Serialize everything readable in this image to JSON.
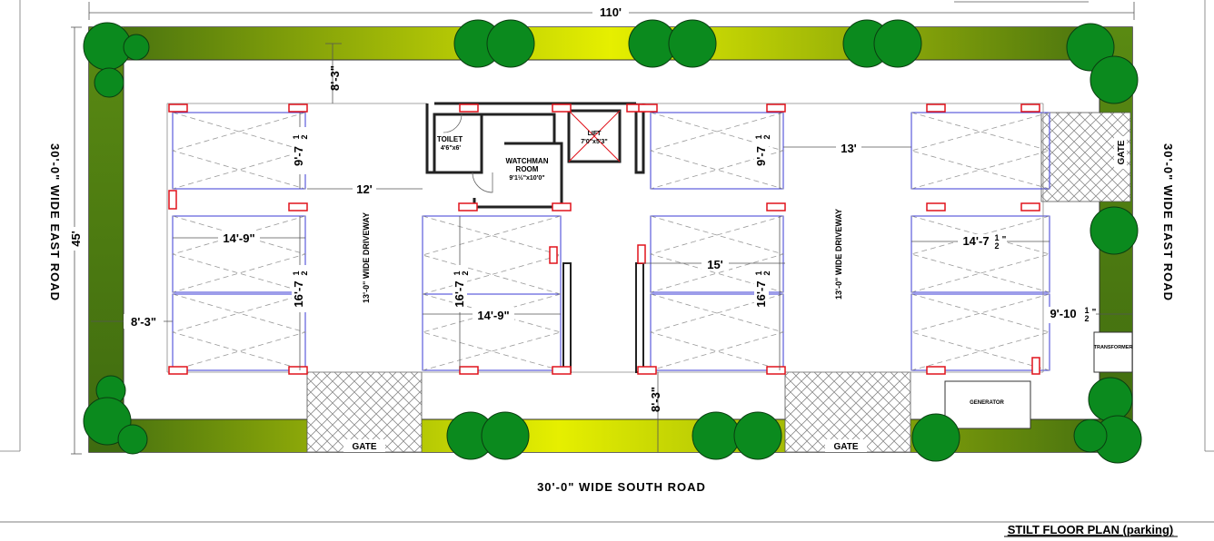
{
  "dimensions": {
    "overall_width": "110'",
    "overall_depth": "45'",
    "north_setback": "8'-3\"",
    "south_setback": "8'-3\"",
    "west_setback": "8'-3\"",
    "east_setback": "9'-10",
    "east_setback_frac": "1/2\"",
    "left_bay_width": "14'-9\"",
    "bay_depth_a": "9'-7",
    "bay_depth_b": "16'-7",
    "center_bay_width": "14'-9\"",
    "center_bay_depth": "16'-7",
    "right_bay_depth_a": "9'-7",
    "right_bay_depth_b": "16'-7",
    "right_bay_width": "14'-7",
    "driveway_left_width": "12'",
    "driveway_right_width": "13'",
    "mid_span": "15'",
    "half": "1",
    "half_den": "2",
    "inch_mark": "\""
  },
  "roads": {
    "west": "30'-0\"  WIDE  EAST  ROAD",
    "east": "30'-0\"  WIDE  EAST  ROAD",
    "south": "30'-0\"  WIDE  SOUTH  ROAD"
  },
  "rooms": {
    "toilet_name": "TOILET",
    "toilet_size": "4'6\"x6'",
    "watchman_name1": "WATCHMAN",
    "watchman_name2": "ROOM",
    "watchman_size": "9'1½\"x10'0\"",
    "lift_name": "LIFT",
    "lift_size": "7'0\"x5'3\"",
    "generator": "GENERATOR",
    "transformer": "TRANSFORMER"
  },
  "labels": {
    "driveway_left": "13'-0\" WIDE DRIVEWAY",
    "driveway_right": "13'-0\" WIDE DRIVEWAY",
    "gate_left": "GATE",
    "gate_right": "GATE",
    "gate_east": "GATE",
    "drawing_title": "STILT FLOOR PLAN (parking)"
  },
  "colors": {
    "landscape_light": "#e6ef00",
    "landscape_dark": "#3f6b10",
    "tree": "#0b8a1e",
    "column": "#e0121b",
    "bay_outline": "#3b3bd6"
  }
}
